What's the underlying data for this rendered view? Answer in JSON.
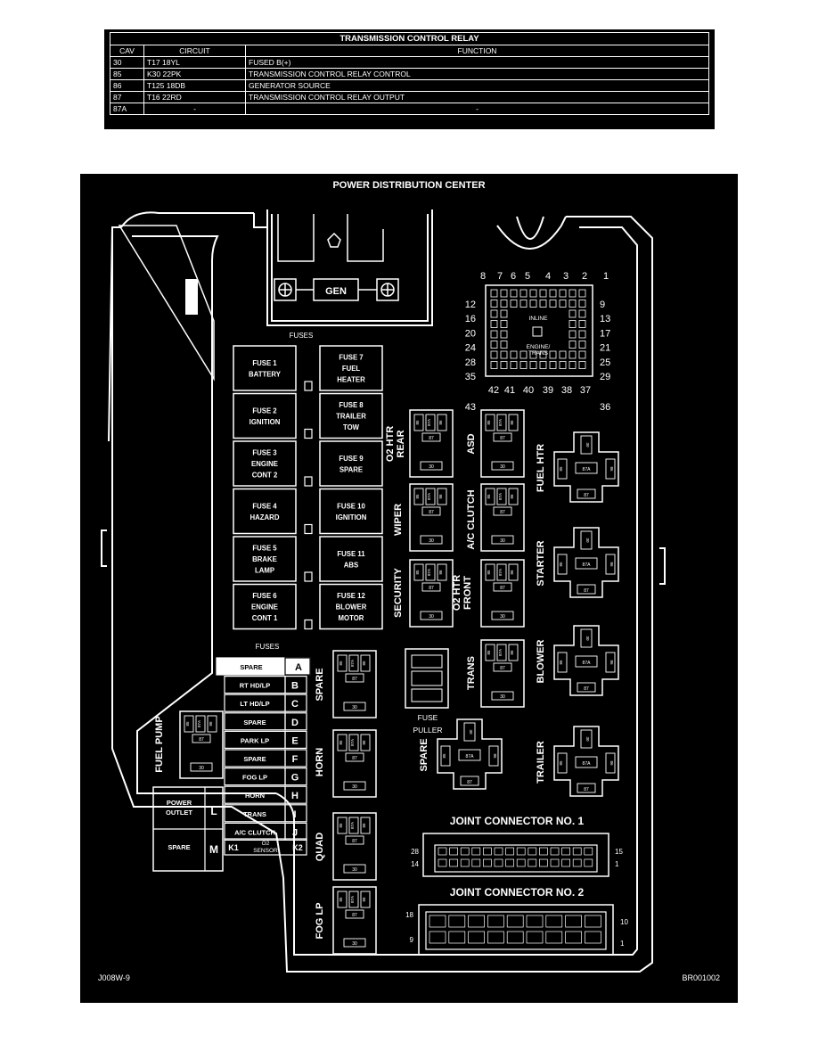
{
  "relay_table": {
    "title": "TRANSMISSION CONTROL RELAY",
    "headers": [
      "CAV",
      "CIRCUIT",
      "FUNCTION"
    ],
    "rows": [
      [
        "30",
        "T17 18YL",
        "FUSED B(+)"
      ],
      [
        "85",
        "K30 22PK",
        "TRANSMISSION CONTROL RELAY CONTROL"
      ],
      [
        "86",
        "T125 18DB",
        "GENERATOR SOURCE"
      ],
      [
        "87",
        "T16 22RD",
        "TRANSMISSION CONTROL RELAY OUTPUT"
      ],
      [
        "87A",
        "-",
        "-"
      ]
    ]
  },
  "pdc": {
    "title": "POWER DISTRIBUTION CENTER",
    "gen_label": "GEN",
    "fuses_label": "FUSES",
    "fuses_upper": [
      [
        "FUSE 1",
        "BATTERY"
      ],
      [
        "FUSE 7",
        "FUEL",
        "HEATER"
      ],
      [
        "FUSE 2",
        "IGNITION"
      ],
      [
        "FUSE 8",
        "TRAILER",
        "TOW"
      ],
      [
        "FUSE 3",
        "ENGINE",
        "CONT 2"
      ],
      [
        "FUSE 9",
        "SPARE"
      ],
      [
        "FUSE 4",
        "HAZARD"
      ],
      [
        "FUSE 10",
        "IGNITION"
      ],
      [
        "FUSE 5",
        "BRAKE",
        "LAMP"
      ],
      [
        "FUSE 11",
        "ABS"
      ],
      [
        "FUSE 6",
        "ENGINE",
        "CONT 1"
      ],
      [
        "FUSE 12",
        "BLOWER",
        "MOTOR"
      ]
    ],
    "fuses_lower_label": "FUSES",
    "fuses_lower": [
      [
        "SPARE",
        "A"
      ],
      [
        "RT HD/LP",
        "B"
      ],
      [
        "LT HD/LP",
        "C"
      ],
      [
        "SPARE",
        "D"
      ],
      [
        "PARK LP",
        "E"
      ],
      [
        "SPARE",
        "F"
      ],
      [
        "FOG LP",
        "G"
      ],
      [
        "HORN",
        "H"
      ],
      [
        "TRANS",
        "I"
      ],
      [
        "A/C CLUTCH",
        "J"
      ]
    ],
    "k_fuses": [
      "K1",
      "O2",
      "SENSOR",
      "K2"
    ],
    "large_fuses": [
      [
        "POWER",
        "OUTLET",
        "L"
      ],
      [
        "SPARE",
        "M"
      ]
    ],
    "inline_connector": {
      "label": [
        "INLINE",
        "ENGINE/",
        "TRANS"
      ],
      "pins_top": [
        "8",
        "7",
        "6",
        "5",
        "4",
        "3",
        "2",
        "1"
      ],
      "pins_left": [
        "12",
        "16",
        "20",
        "24",
        "28",
        "35",
        "43"
      ],
      "pins_right": [
        "9",
        "13",
        "17",
        "21",
        "25",
        "29",
        "36"
      ],
      "pins_bottom": [
        "42",
        "41",
        "40",
        "39",
        "38",
        "37"
      ]
    },
    "relays_small": [
      "O2 HTR REAR",
      "ASD",
      "WIPER",
      "A/C CLUTCH",
      "SECURITY",
      "O2 HTR FRONT",
      "TRANS",
      "SPARE",
      "HORN",
      "QUAD",
      "FOG LP",
      "FUEL PUMP"
    ],
    "relays_large": [
      "FUEL HTR",
      "STARTER",
      "BLOWER",
      "SPARE",
      "TRAILER"
    ],
    "relay_pins": [
      "85",
      "87A",
      "86",
      "87",
      "30"
    ],
    "fuse_puller": [
      "FUSE",
      "PULLER"
    ],
    "joint1": {
      "title": "JOINT CONNECTOR NO. 1",
      "pins": [
        "28",
        "14",
        "15",
        "1"
      ]
    },
    "joint2": {
      "title": "JOINT CONNECTOR NO. 2",
      "pins": [
        "18",
        "9",
        "10",
        "1"
      ]
    },
    "footer_left": "J008W-9",
    "footer_right": "BR001002"
  }
}
